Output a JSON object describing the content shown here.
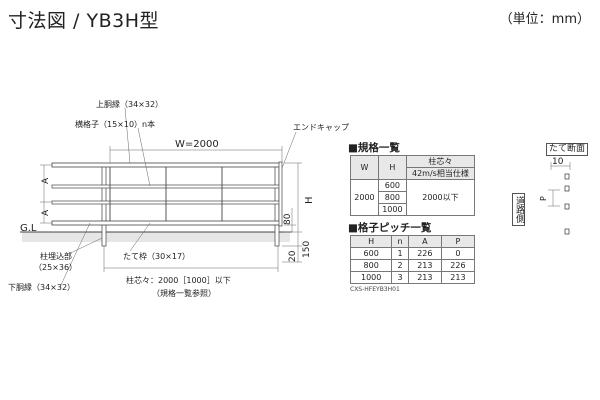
{
  "title": "寸法図 / YB3H型",
  "unit": "（単位：mm）",
  "labels": {
    "top_rail": "上胴縁（34×32）",
    "lattice": "横格子（15×10）n本",
    "width": "W=2000",
    "end_cap": "エンドキャップ",
    "a1": "A",
    "a2": "A",
    "h": "H",
    "d80": "80",
    "gl": "G.L",
    "d20": "20",
    "d150": "150",
    "post_buried": "柱埋込部",
    "post_buried_size": "（25×36）",
    "vertical_frame": "たて枠（30×17）",
    "bottom_rail": "下胴縁（34×32）",
    "pitch": "柱芯々：2000［1000］以下",
    "pitch_note": "（規格一覧参照）"
  },
  "spec": {
    "title": "■規格一覧",
    "col_w": "W",
    "col_h": "H",
    "col_post": "柱芯々",
    "col_post_sub": "42m/s相当仕様",
    "w": "2000",
    "h1": "600",
    "h2": "800",
    "h3": "1000",
    "post_val": "2000以下"
  },
  "pitch": {
    "title": "■格子ピッチ一覧",
    "headers": [
      "H",
      "n",
      "A",
      "P"
    ],
    "rows": [
      [
        "600",
        "1",
        "226",
        "0"
      ],
      [
        "800",
        "2",
        "213",
        "226"
      ],
      [
        "1000",
        "3",
        "213",
        "213"
      ]
    ],
    "code": "CXS-HFEYB3H01"
  },
  "section": {
    "title": "たて断面",
    "dim10": "10",
    "p": "P",
    "road_side": "道路側"
  }
}
